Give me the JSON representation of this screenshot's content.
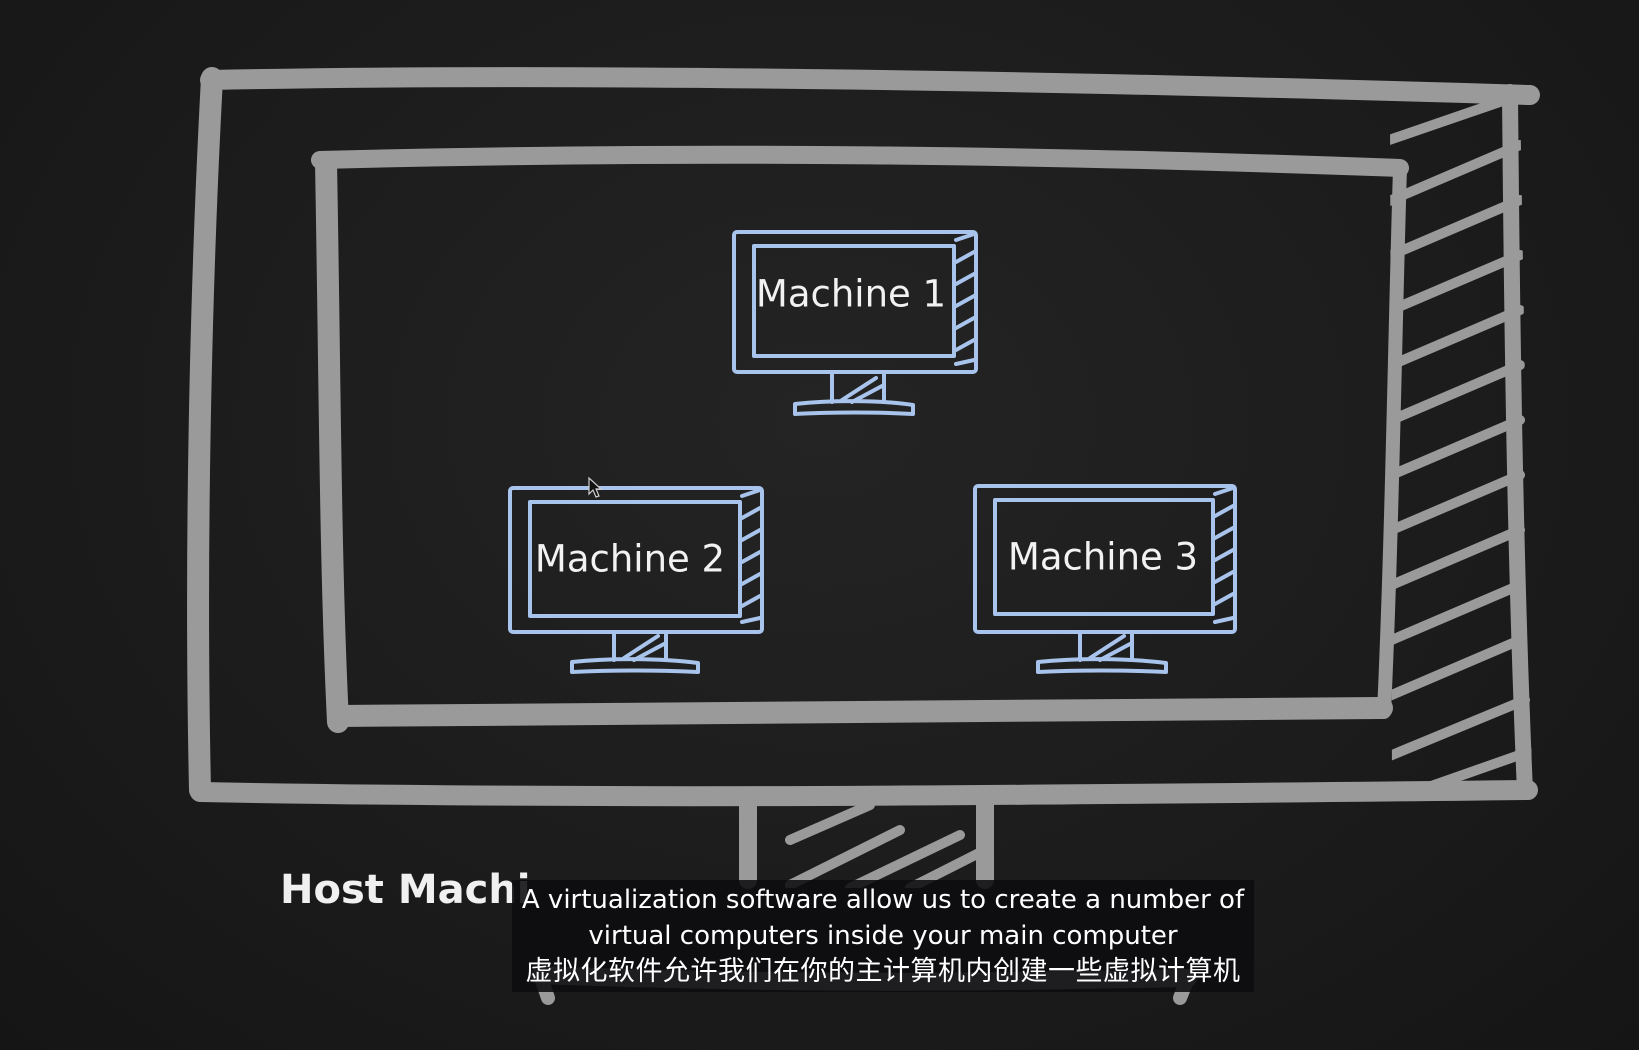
{
  "diagram": {
    "host_label": "Host Machi",
    "machines": [
      {
        "label": "Machine 1"
      },
      {
        "label": "Machine 2"
      },
      {
        "label": "Machine 3"
      }
    ],
    "colors": {
      "background": "#1c1c1c",
      "host_outline": "#9a9a9a",
      "machine_outline": "#a9c4ec",
      "text": "#f2f2f2"
    }
  },
  "subtitle": {
    "line_en_1": "A virtualization software allow us to create a number of",
    "line_en_2": "virtual computers inside your main computer",
    "line_zh": "虚拟化软件允许我们在你的主计算机内创建一些虚拟计算机"
  },
  "icons": [
    "mouse-cursor-icon"
  ]
}
